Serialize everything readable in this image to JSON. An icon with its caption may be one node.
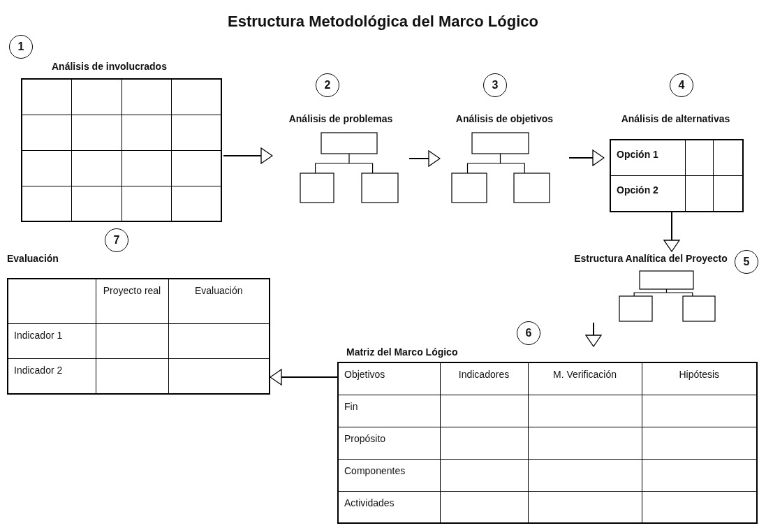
{
  "diagram": {
    "title": "Estructura Metodológica del Marco Lógico",
    "nodes": [
      {
        "text": [
          "Análisis de involucrados"
        ]
      },
      {
        "text": [
          "Análisis de problemas"
        ]
      },
      {
        "text": [
          "Análisis de objetivos"
        ]
      },
      {
        "text": [
          "Análisis de alternativas",
          "Opción 1",
          "Opción 2"
        ]
      },
      {
        "text": [
          "Estructura Analítica del Proyecto"
        ]
      },
      {
        "text": [
          "Matriz del Marco Lógico",
          "Objetivos",
          "Indicadores",
          "M. Verificación",
          "Hipótesis",
          "Fin",
          "Propósito",
          "Componentes",
          "Actividades"
        ]
      },
      {
        "text": [
          "Evaluación",
          "Proyecto real",
          "Evaluación",
          "Indicador 1",
          "Indicador 2"
        ]
      }
    ],
    "edges": [
      {
        "from": 0,
        "to": 1,
        "arrow": "to"
      },
      {
        "from": 1,
        "to": 2,
        "arrow": "to"
      },
      {
        "from": 2,
        "to": 3,
        "arrow": "to"
      },
      {
        "from": 3,
        "to": 4,
        "arrow": "to"
      },
      {
        "from": 4,
        "to": 5,
        "arrow": "to"
      },
      {
        "from": 5,
        "to": 6,
        "arrow": "to"
      }
    ],
    "labels": [
      "1",
      "2",
      "3",
      "4",
      "7",
      "5",
      "6"
    ]
  }
}
